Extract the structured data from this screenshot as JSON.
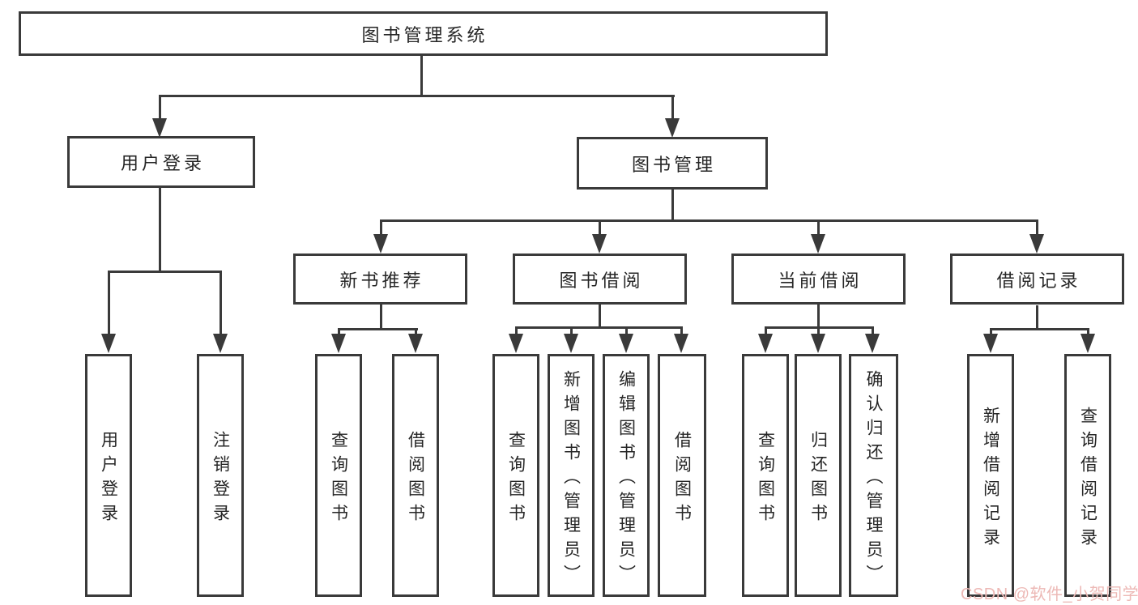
{
  "title": "图书管理系统",
  "level1": {
    "login": "用户登录",
    "management": "图书管理"
  },
  "level2": {
    "new_books": "新书推荐",
    "borrow": "图书借阅",
    "current": "当前借阅",
    "records": "借阅记录"
  },
  "leaves": {
    "login": [
      "用户登录",
      "注销登录"
    ],
    "new_books": [
      "查询图书",
      "借阅图书"
    ],
    "borrow": [
      "查询图书",
      "新增图书（管理员）",
      "编辑图书（管理员）",
      "借阅图书"
    ],
    "current": [
      "查询图书",
      "归还图书",
      "确认归还（管理员）"
    ],
    "records": [
      "新增借阅记录",
      "查询借阅记录"
    ]
  },
  "watermark": "CSDN @软件_小贺同学",
  "colors": {
    "line": "#3a3a3a",
    "text": "#262626",
    "watermark": "#edb9b6",
    "background": "#ffffff"
  }
}
